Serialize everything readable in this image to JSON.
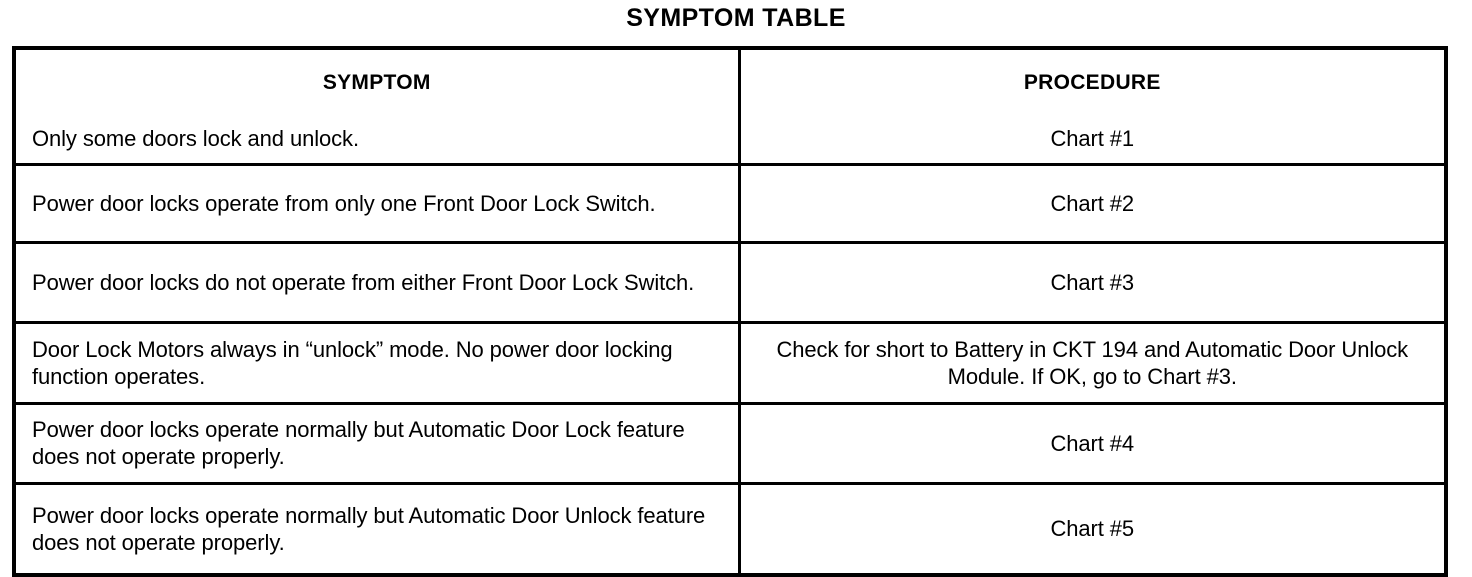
{
  "document": {
    "title": "SYMPTOM TABLE"
  },
  "table": {
    "headers": {
      "symptom": "SYMPTOM",
      "procedure": "PROCEDURE"
    },
    "rows": [
      {
        "symptom": "Only some doors lock and unlock.",
        "procedure": "Chart #1"
      },
      {
        "symptom": "Power door locks operate from only one Front Door Lock Switch.",
        "procedure": "Chart #2"
      },
      {
        "symptom": "Power door locks do not operate from either Front Door Lock Switch.",
        "procedure": "Chart #3"
      },
      {
        "symptom": "Door Lock Motors always in “unlock” mode. No power door locking function operates.",
        "procedure": "Check for short to Battery in CKT 194 and Automatic Door Unlock Module. If OK, go to Chart #3."
      },
      {
        "symptom": "Power door locks operate normally but Automatic Door Lock feature does not operate properly.",
        "procedure": "Chart #4"
      },
      {
        "symptom": "Power door locks operate normally but Automatic Door Unlock feature does not operate properly.",
        "procedure": "Chart #5"
      }
    ]
  },
  "colors": {
    "ink": "#000000",
    "paper": "#ffffff"
  }
}
